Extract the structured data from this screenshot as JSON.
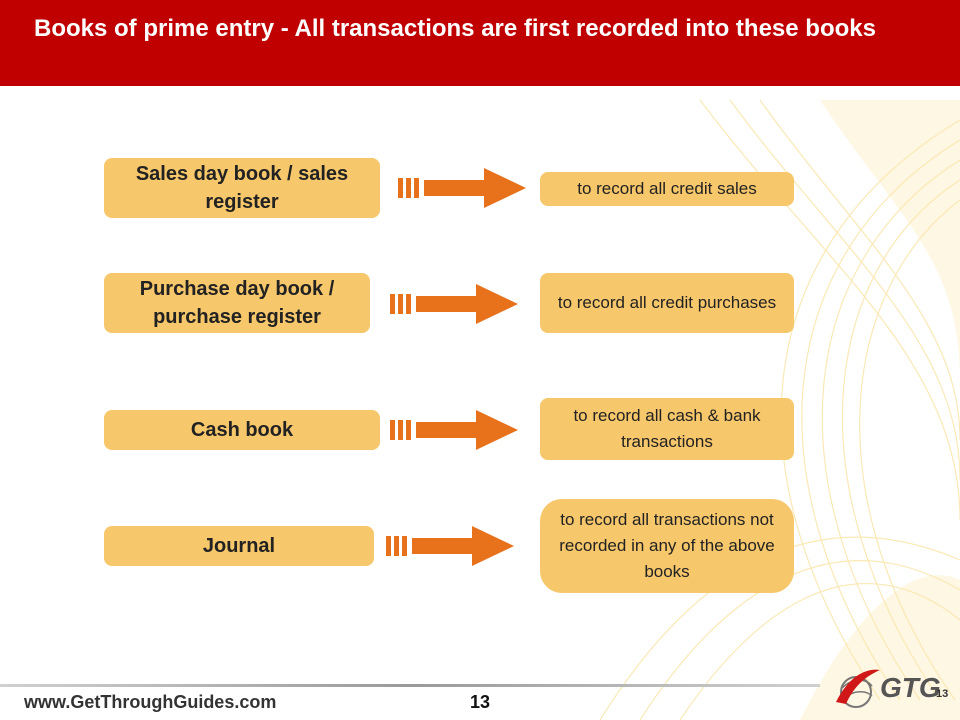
{
  "title": "Books of prime entry - All transactions are first recorded into these books",
  "rows": [
    {
      "book": "Sales day book / sales register",
      "purpose": "to record all credit sales"
    },
    {
      "book": "Purchase day book / purchase register",
      "purpose": "to record all credit purchases"
    },
    {
      "book": "Cash book",
      "purpose": "to record all cash & bank transactions"
    },
    {
      "book": "Journal",
      "purpose": "to record all transactions not recorded in any of the above books"
    }
  ],
  "footer": {
    "website": "www.GetThroughGuides.com",
    "page_number": "13",
    "logo_text": "GTG",
    "logo_small_number": "13"
  },
  "colors": {
    "title_bar": "#c00000",
    "box_fill": "#f7c76b",
    "arrow": "#e8711b"
  }
}
